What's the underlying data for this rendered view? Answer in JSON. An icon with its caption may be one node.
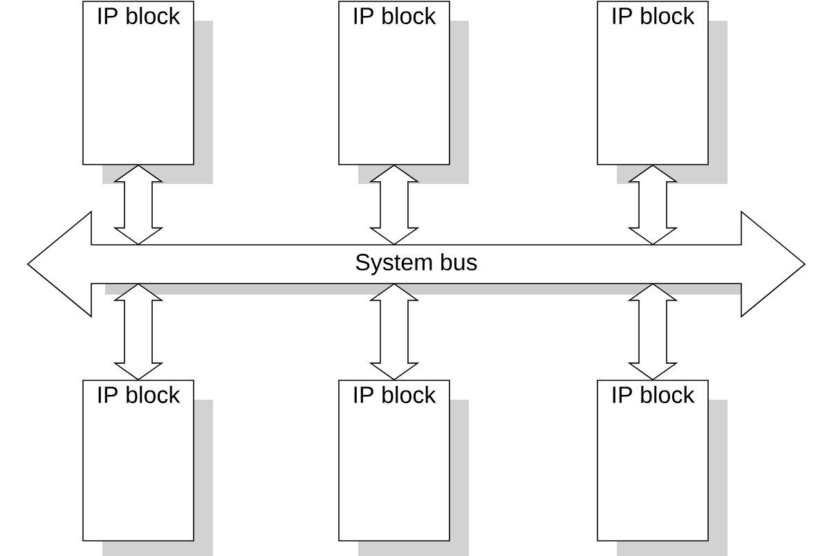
{
  "diagram": {
    "nodes": [
      {
        "text": [
          "IP block"
        ]
      },
      {
        "text": [
          "IP block"
        ]
      },
      {
        "text": [
          "IP block"
        ]
      },
      {
        "text": [
          "System bus"
        ]
      },
      {
        "text": [
          "IP block"
        ]
      },
      {
        "text": [
          "IP block"
        ]
      },
      {
        "text": [
          "IP block"
        ]
      }
    ],
    "edges": [
      {
        "from": 0,
        "to": 3,
        "arrow": "both"
      },
      {
        "from": 1,
        "to": 3,
        "arrow": "both"
      },
      {
        "from": 2,
        "to": 3,
        "arrow": "both"
      },
      {
        "from": 4,
        "to": 3,
        "arrow": "both"
      },
      {
        "from": 5,
        "to": 3,
        "arrow": "both"
      },
      {
        "from": 6,
        "to": 3,
        "arrow": "both"
      }
    ]
  }
}
